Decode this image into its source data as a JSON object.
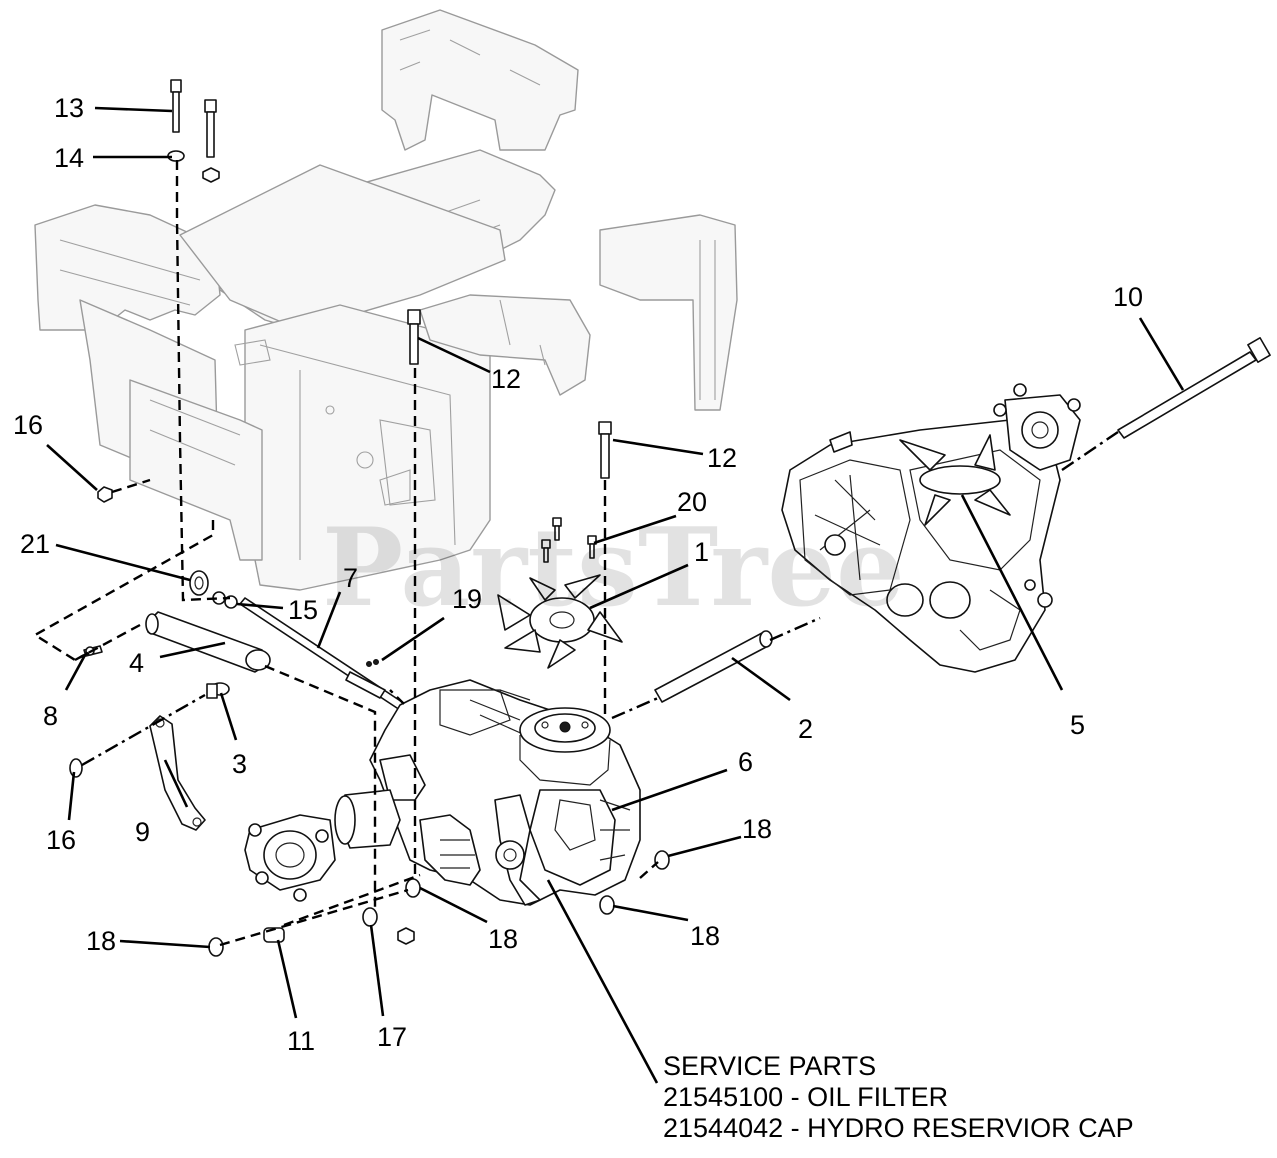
{
  "watermark": "PartsTree",
  "callouts": [
    {
      "id": "c13",
      "text": "13"
    },
    {
      "id": "c14",
      "text": "14"
    },
    {
      "id": "c12a",
      "text": "12"
    },
    {
      "id": "c12b",
      "text": "12"
    },
    {
      "id": "c10",
      "text": "10"
    },
    {
      "id": "c16a",
      "text": "16"
    },
    {
      "id": "c21",
      "text": "21"
    },
    {
      "id": "c7",
      "text": "7"
    },
    {
      "id": "c15",
      "text": "15"
    },
    {
      "id": "c19",
      "text": "19"
    },
    {
      "id": "c20",
      "text": "20"
    },
    {
      "id": "c1",
      "text": "1"
    },
    {
      "id": "c4",
      "text": "4"
    },
    {
      "id": "c8",
      "text": "8"
    },
    {
      "id": "c3",
      "text": "3"
    },
    {
      "id": "c2",
      "text": "2"
    },
    {
      "id": "c5",
      "text": "5"
    },
    {
      "id": "c6",
      "text": "6"
    },
    {
      "id": "c16b",
      "text": "16"
    },
    {
      "id": "c9",
      "text": "9"
    },
    {
      "id": "c18a",
      "text": "18"
    },
    {
      "id": "c18b",
      "text": "18"
    },
    {
      "id": "c18c",
      "text": "18"
    },
    {
      "id": "c18d",
      "text": "18"
    },
    {
      "id": "c11",
      "text": "11"
    },
    {
      "id": "c17",
      "text": "17"
    }
  ],
  "service_parts": {
    "heading": "SERVICE PARTS",
    "lines": [
      "21545100 - OIL FILTER",
      "21544042 - HYDRO RESERVIOR CAP"
    ]
  }
}
